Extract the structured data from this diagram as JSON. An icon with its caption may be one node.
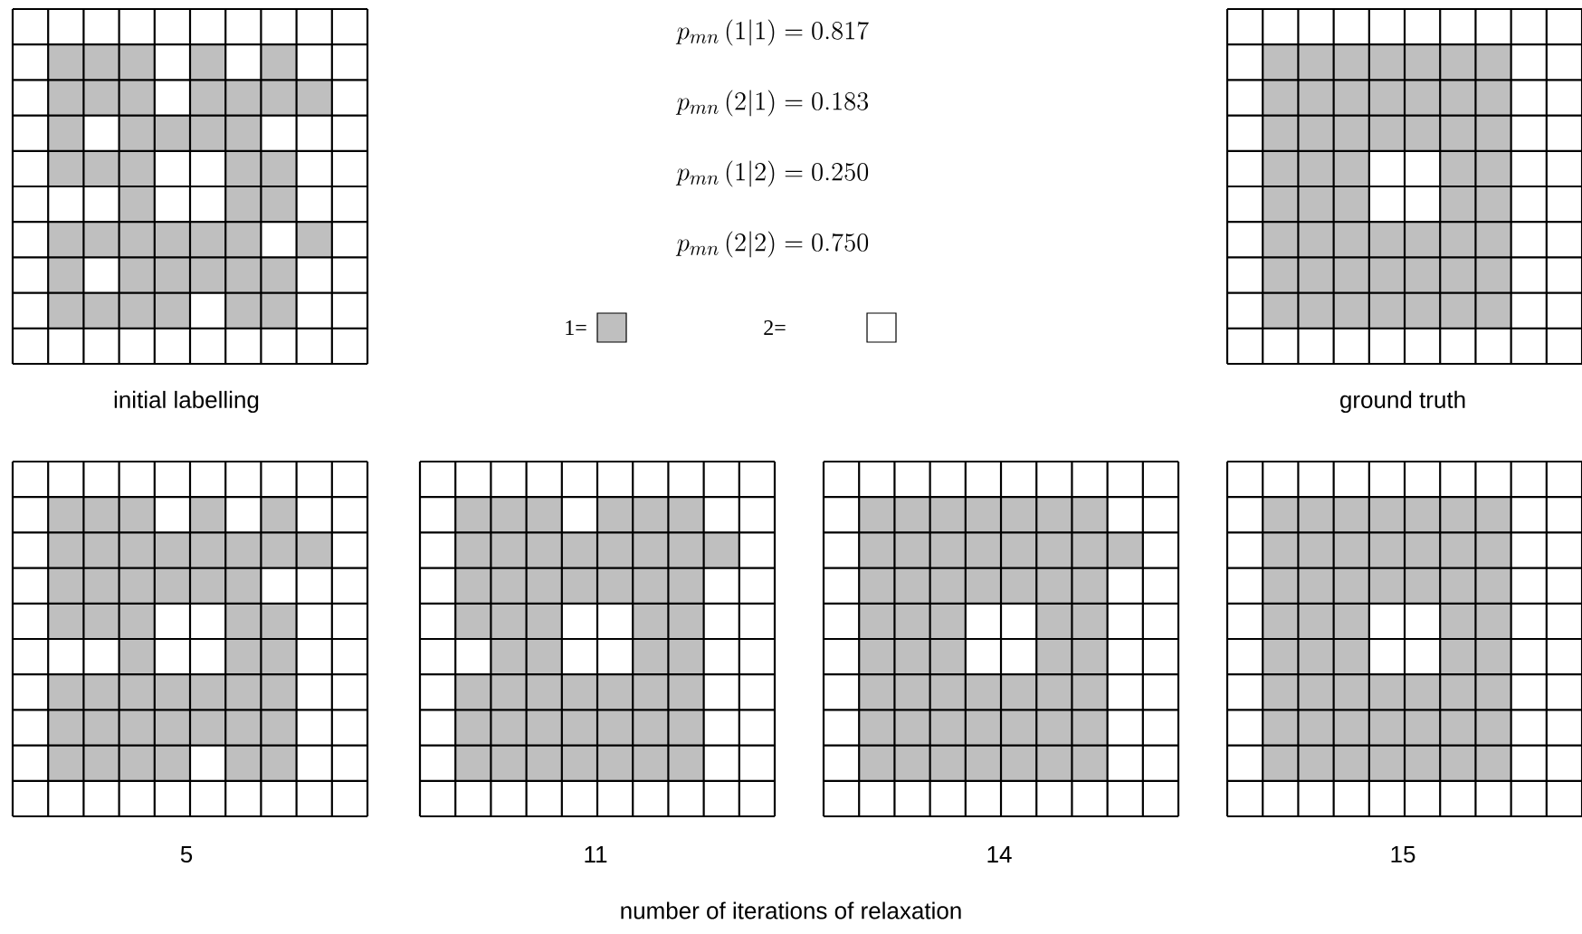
{
  "diagram": {
    "labels": [
      "initial labelling",
      "p_{mn}\\,(1|1) = 0.817",
      "p_{mn}\\,(2|1) = 0.183",
      "p_{mn}\\,(1|2) = 0.250",
      "p_{mn}\\,(2|2) = 0.750",
      "ground truth",
      "5",
      "11",
      "14",
      "15",
      "number of iterations of relaxation"
    ],
    "legend": [
      {
        "text": "1=",
        "color": "#bfbfbf"
      },
      {
        "text": "2="
      }
    ]
  }
}
